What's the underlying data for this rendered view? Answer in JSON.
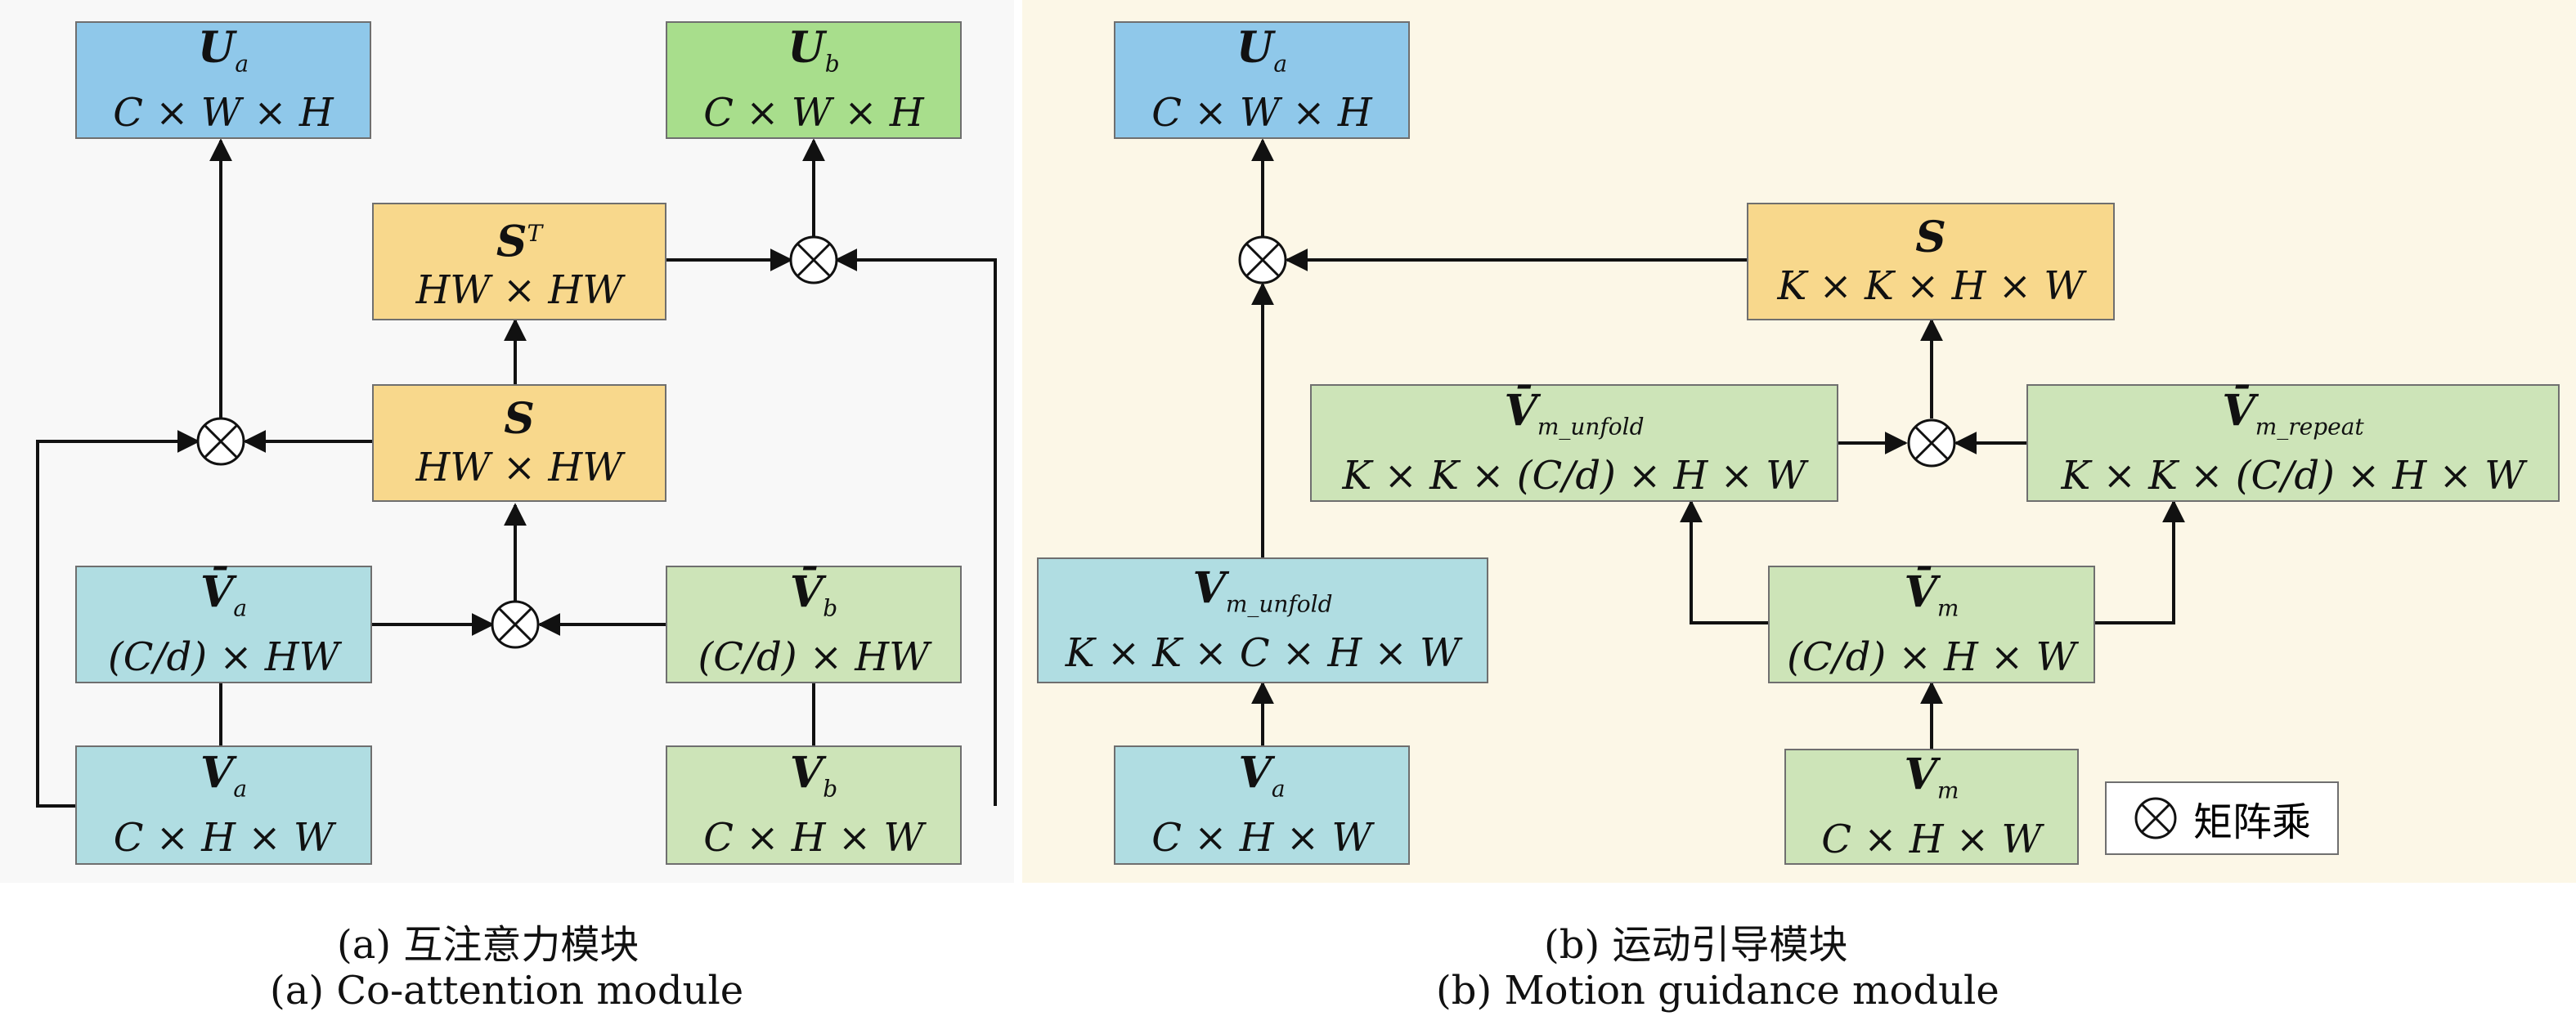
{
  "panel_a": {
    "caption_cn": "(a) 互注意力模块",
    "caption_en": "(a) Co-attention module",
    "boxes": {
      "ua": {
        "symbol": "U",
        "sub": "a",
        "dims": "C × W × H",
        "color": "#8fc8ea"
      },
      "ub": {
        "symbol": "U",
        "sub": "b",
        "dims": "C × W × H",
        "color": "#a8de8c"
      },
      "st": {
        "symbol": "S",
        "sup": "T",
        "dims": "HW × HW",
        "color": "#f8d88c"
      },
      "s": {
        "symbol": "S",
        "dims": "HW × HW",
        "color": "#f8d88c"
      },
      "vba": {
        "symbol": "V̄",
        "sub": "a",
        "dims": "(C/d) × HW",
        "color": "#b0dde2"
      },
      "vbb": {
        "symbol": "V̄",
        "sub": "b",
        "dims": "(C/d) × HW",
        "color": "#cde4b8"
      },
      "va": {
        "symbol": "V",
        "sub": "a",
        "dims": "C × H × W",
        "color": "#b0dde2"
      },
      "vb": {
        "symbol": "V",
        "sub": "b",
        "dims": "C × H × W",
        "color": "#cde4b8"
      }
    }
  },
  "panel_b": {
    "caption_cn": "(b) 运动引导模块",
    "caption_en": "(b) Motion guidance module",
    "boxes": {
      "ua": {
        "symbol": "U",
        "sub": "a",
        "dims": "C × W × H",
        "color": "#8fc8ea"
      },
      "s": {
        "symbol": "S",
        "dims": "K × K × H × W",
        "color": "#f8d88c"
      },
      "vunf": {
        "symbol": "V̄",
        "sub": "m_unfold",
        "dims": "K × K × (C/d) × H × W",
        "color": "#cde4b8"
      },
      "vrep": {
        "symbol": "V̄",
        "sub": "m_repeat",
        "dims": "K × K × (C/d) × H × W",
        "color": "#cde4b8"
      },
      "vmunf": {
        "symbol": "V",
        "sub": "m_unfold",
        "dims": "K × K × C × H × W",
        "color": "#b0dde2"
      },
      "vbm": {
        "symbol": "V̄",
        "sub": "m",
        "dims": "(C/d) × H × W",
        "color": "#cde4b8"
      },
      "va": {
        "symbol": "V",
        "sub": "a",
        "dims": "C × H × W",
        "color": "#b0dde2"
      },
      "vm": {
        "symbol": "V",
        "sub": "m",
        "dims": "C × H × W",
        "color": "#cde4b8"
      }
    },
    "legend": {
      "icon": "matrix-multiply-icon",
      "label": "矩阵乘"
    }
  }
}
